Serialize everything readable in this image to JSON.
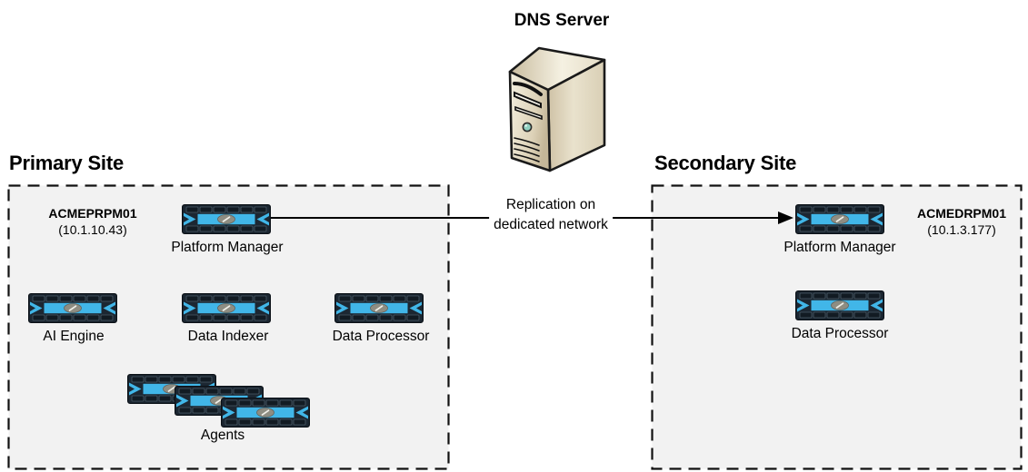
{
  "diagram": {
    "dns": {
      "label": "DNS Server",
      "icon": "tower-server"
    },
    "link": {
      "line1": "Replication on",
      "line2": "dedicated network",
      "direction": "primary-to-secondary"
    },
    "primary": {
      "title": "Primary Site",
      "host": {
        "name": "ACMEPRPM01",
        "ip": "(10.1.10.43)"
      },
      "nodes": [
        {
          "label": "Platform Manager",
          "icon": "blue-appliance-chassis"
        },
        {
          "label": "AI Engine",
          "icon": "blue-appliance-chassis"
        },
        {
          "label": "Data Indexer",
          "icon": "blue-appliance-chassis"
        },
        {
          "label": "Data Processor",
          "icon": "blue-appliance-chassis"
        },
        {
          "label": "Agents",
          "icon": "blue-appliance-stack",
          "stack_count": 3
        }
      ]
    },
    "secondary": {
      "title": "Secondary Site",
      "host": {
        "name": "ACMEDRPM01",
        "ip": "(10.1.3.177)"
      },
      "nodes": [
        {
          "label": "Platform Manager",
          "icon": "blue-appliance-chassis"
        },
        {
          "label": "Data Processor",
          "icon": "blue-appliance-chassis"
        }
      ]
    },
    "colors": {
      "appliance_blue": "#41b6e8",
      "appliance_dark": "#1c2732",
      "site_box_fill": "#f2f2f2",
      "site_box_border": "#111111",
      "server_beige_light": "#f2eedd",
      "server_beige_dark": "#c8bb9e",
      "connector": "#000000"
    }
  }
}
